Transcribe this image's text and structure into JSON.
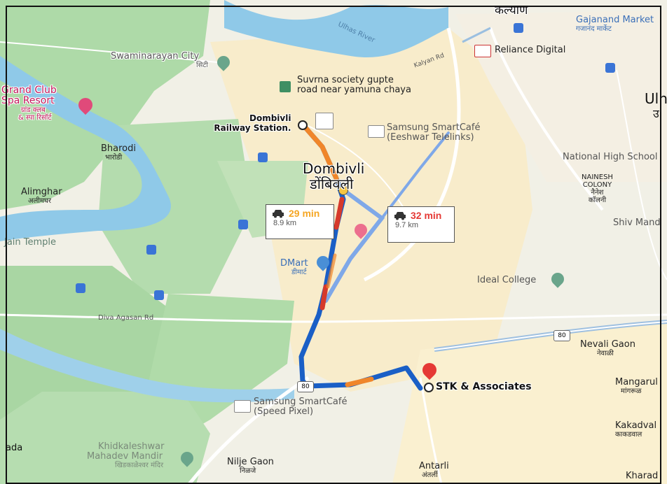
{
  "labels": {
    "kalyan_top": "कल्याण",
    "gajanand_market": "Gajanand Market",
    "gajanand_market_mr": "गजानंद मार्केट",
    "reliance_digital": "Reliance Digital",
    "swaminarayan_city": "Swaminarayan City",
    "swaminarayan_city_mr": "सिटी",
    "suvrna_society": "Suvrna society gupte",
    "suvrna_society_2": "road near yamuna chaya",
    "grand_club": "Grand Club",
    "spa_resort": "Spa Resort",
    "grand_club_mr": "ग्रांड क्लब",
    "spa_resort_mr": "& स्पा रिसॉर्ट",
    "ulh": "Ulh",
    "ulh_mr": "उ",
    "dombivli_station": "Dombivli",
    "dombivli_station_2": "Railway Station.",
    "samsung_eeshwar": "Samsung SmartCafé",
    "samsung_eeshwar_2": "(Eeshwar Telelinks)",
    "bharodi": "Bharodi",
    "bharodi_mr": "भारोडी",
    "dombivli_big": "Dombivli",
    "dombivli_big_mr": "डोंबिवली",
    "national_high_school": "National High School",
    "nainesh_colony": "NAINESH",
    "nainesh_colony_2": "COLONY",
    "nainesh_colony_mr": "नैनेश",
    "nainesh_colony_mr2": "कॉलनी",
    "shiv_mand": "Shiv Mand",
    "alimghar": "Alimghar",
    "alimghar_mr": "अलीमघर",
    "jain_temple": "Jain Temple",
    "dmart": "DMart",
    "dmart_mr": "डीमार्ट",
    "ideal_college": "Ideal College",
    "kalyan_rd": "Kalyan Rd",
    "ulhas_river": "Ulhas River",
    "diva_agasan_rd": "Diva Agasan Rd",
    "nevali_gaon": "Nevali Gaon",
    "nevali_gaon_mr": "नेवाळी",
    "stk_associates": "STK & Associates",
    "mangarul": "Mangarul",
    "mangarul_mr": "मांगरूळ",
    "samsung_speed": "Samsung SmartCafé",
    "samsung_speed_2": "(Speed Pixel)",
    "kakadval": "Kakadval",
    "kakadval_mr": "काकडवाल",
    "khidkaleshwar": "Khidkaleshwar",
    "khidkaleshwar_2": "Mahadev Mandir",
    "khidkaleshwar_mr": "खिडकाळेश्वर मंदिर",
    "nilje_gaon": "Nilje Gaon",
    "nilje_gaon_mr": "निळजे",
    "antarli": "Antarli",
    "antarli_mr": "अंतर्ली",
    "kharad": "Kharad",
    "ada_left": "ada",
    "route_shield_80": "80"
  },
  "routes": [
    {
      "time": "29 min",
      "distance": "8.9 km",
      "mode": "car-icon",
      "color": "#f5a623"
    },
    {
      "time": "32 min",
      "distance": "9.7 km",
      "mode": "car-icon",
      "color": "#e53935"
    }
  ],
  "colors": {
    "route_primary": "#1a5fc6",
    "route_alt": "#7fa8e8",
    "traffic_orange": "#f0862a",
    "traffic_red": "#d6392b",
    "water": "#8fc9e8",
    "park": "#a9d7a4",
    "land": "#f3efe4",
    "urban": "#f7e9c1",
    "pin_red": "#e53935"
  }
}
